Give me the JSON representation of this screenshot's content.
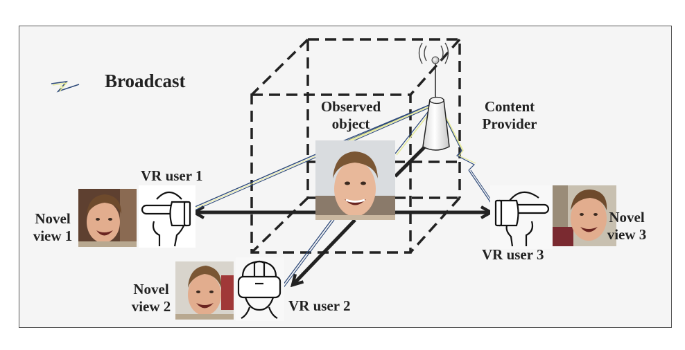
{
  "legend": {
    "icon": "lightning-bolt-icon",
    "label": "Broadcast"
  },
  "labels": {
    "observed_object": [
      "Observed",
      "object"
    ],
    "content_provider": [
      "Content",
      "Provider"
    ],
    "vr_user_1": "VR user 1",
    "vr_user_2": "VR user 2",
    "vr_user_3": "VR user 3",
    "novel_view_1": [
      "Novel",
      "view 1"
    ],
    "novel_view_2": [
      "Novel",
      "view 2"
    ],
    "novel_view_3": [
      "Novel",
      "view 3"
    ]
  },
  "icons": {
    "tower": "antenna-tower-icon",
    "vr_headset": "vr-headset-icon"
  },
  "colors": {
    "background": "#f5f5f5",
    "frame": "#555555",
    "ink": "#222222",
    "broadcast_blue": "#2e4a7a",
    "broadcast_yellow": "#e6ea9a"
  }
}
